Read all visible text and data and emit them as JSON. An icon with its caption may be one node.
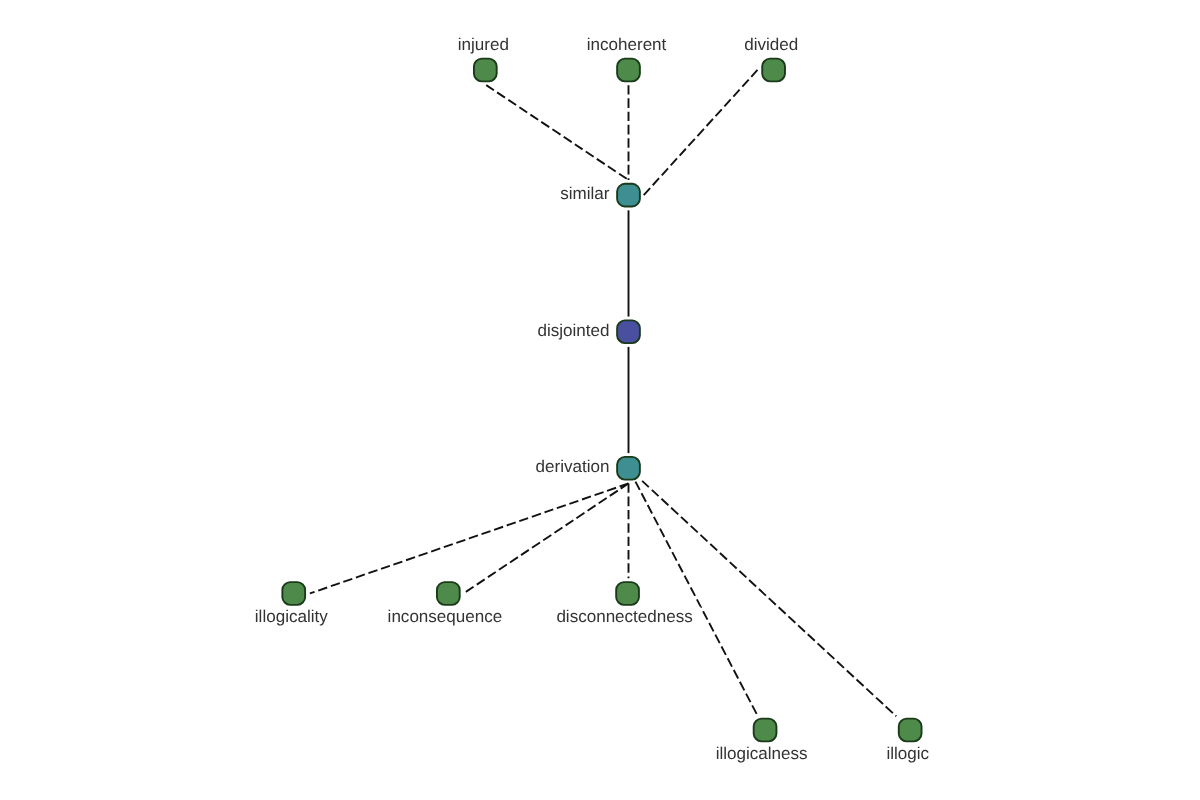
{
  "diagram": {
    "nodes": [
      {
        "text": [
          "injured"
        ]
      },
      {
        "text": [
          "incoherent"
        ]
      },
      {
        "text": [
          "divided"
        ]
      },
      {
        "text": [
          "similar"
        ]
      },
      {
        "text": [
          "disjointed"
        ]
      },
      {
        "text": [
          "illogicality"
        ]
      },
      {
        "text": [
          "derivation"
        ]
      },
      {
        "text": [
          "inconsequence"
        ]
      },
      {
        "text": [
          "disconnectedness"
        ]
      },
      {
        "text": [
          "illogicalness"
        ]
      },
      {
        "text": [
          "illogic"
        ]
      }
    ],
    "edges": [
      {
        "from": 0,
        "to": 3,
        "arrow": "none",
        "style": "dashed"
      },
      {
        "from": 1,
        "to": 3,
        "arrow": "none",
        "style": "dashed"
      },
      {
        "from": 2,
        "to": 3,
        "arrow": "none",
        "style": "dashed"
      },
      {
        "from": 3,
        "to": 4,
        "arrow": "none"
      },
      {
        "from": 4,
        "to": 6,
        "arrow": "none"
      },
      {
        "from": 6,
        "to": 5,
        "arrow": "none",
        "style": "dashed"
      },
      {
        "from": 6,
        "to": 7,
        "arrow": "none",
        "style": "dashed"
      },
      {
        "from": 6,
        "to": 8,
        "arrow": "none",
        "style": "dashed"
      },
      {
        "from": 6,
        "to": 9,
        "arrow": "none",
        "style": "dashed"
      },
      {
        "from": 6,
        "to": 10,
        "arrow": "none",
        "style": "dashed"
      }
    ]
  }
}
